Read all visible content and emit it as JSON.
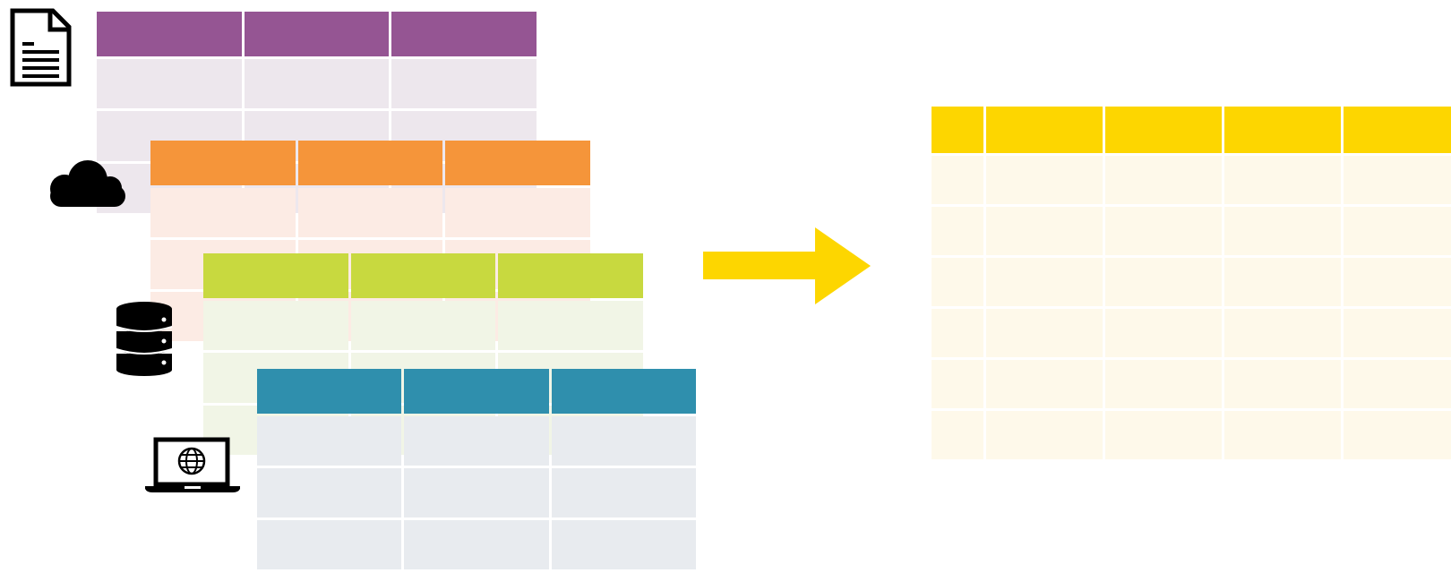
{
  "source_tables": [
    {
      "name": "purple",
      "header_color": "#955593",
      "body_color": "#ede7ed",
      "columns": 3,
      "rows": 3,
      "icon": "document-icon"
    },
    {
      "name": "orange",
      "header_color": "#f5953a",
      "body_color": "#fcebe4",
      "columns": 3,
      "rows": 3,
      "icon": "cloud-icon"
    },
    {
      "name": "green",
      "header_color": "#c8d93f",
      "body_color": "#f1f5e6",
      "columns": 3,
      "rows": 3,
      "icon": "database-icon"
    },
    {
      "name": "blue",
      "header_color": "#2f8fad",
      "body_color": "#e8ebef",
      "columns": 3,
      "rows": 3,
      "icon": "laptop-globe-icon"
    }
  ],
  "arrow": {
    "color": "#fdd600",
    "direction": "right"
  },
  "target_table": {
    "header_color": "#fdd600",
    "body_color": "#fef9ea",
    "columns": 5,
    "body_rows": 6
  }
}
